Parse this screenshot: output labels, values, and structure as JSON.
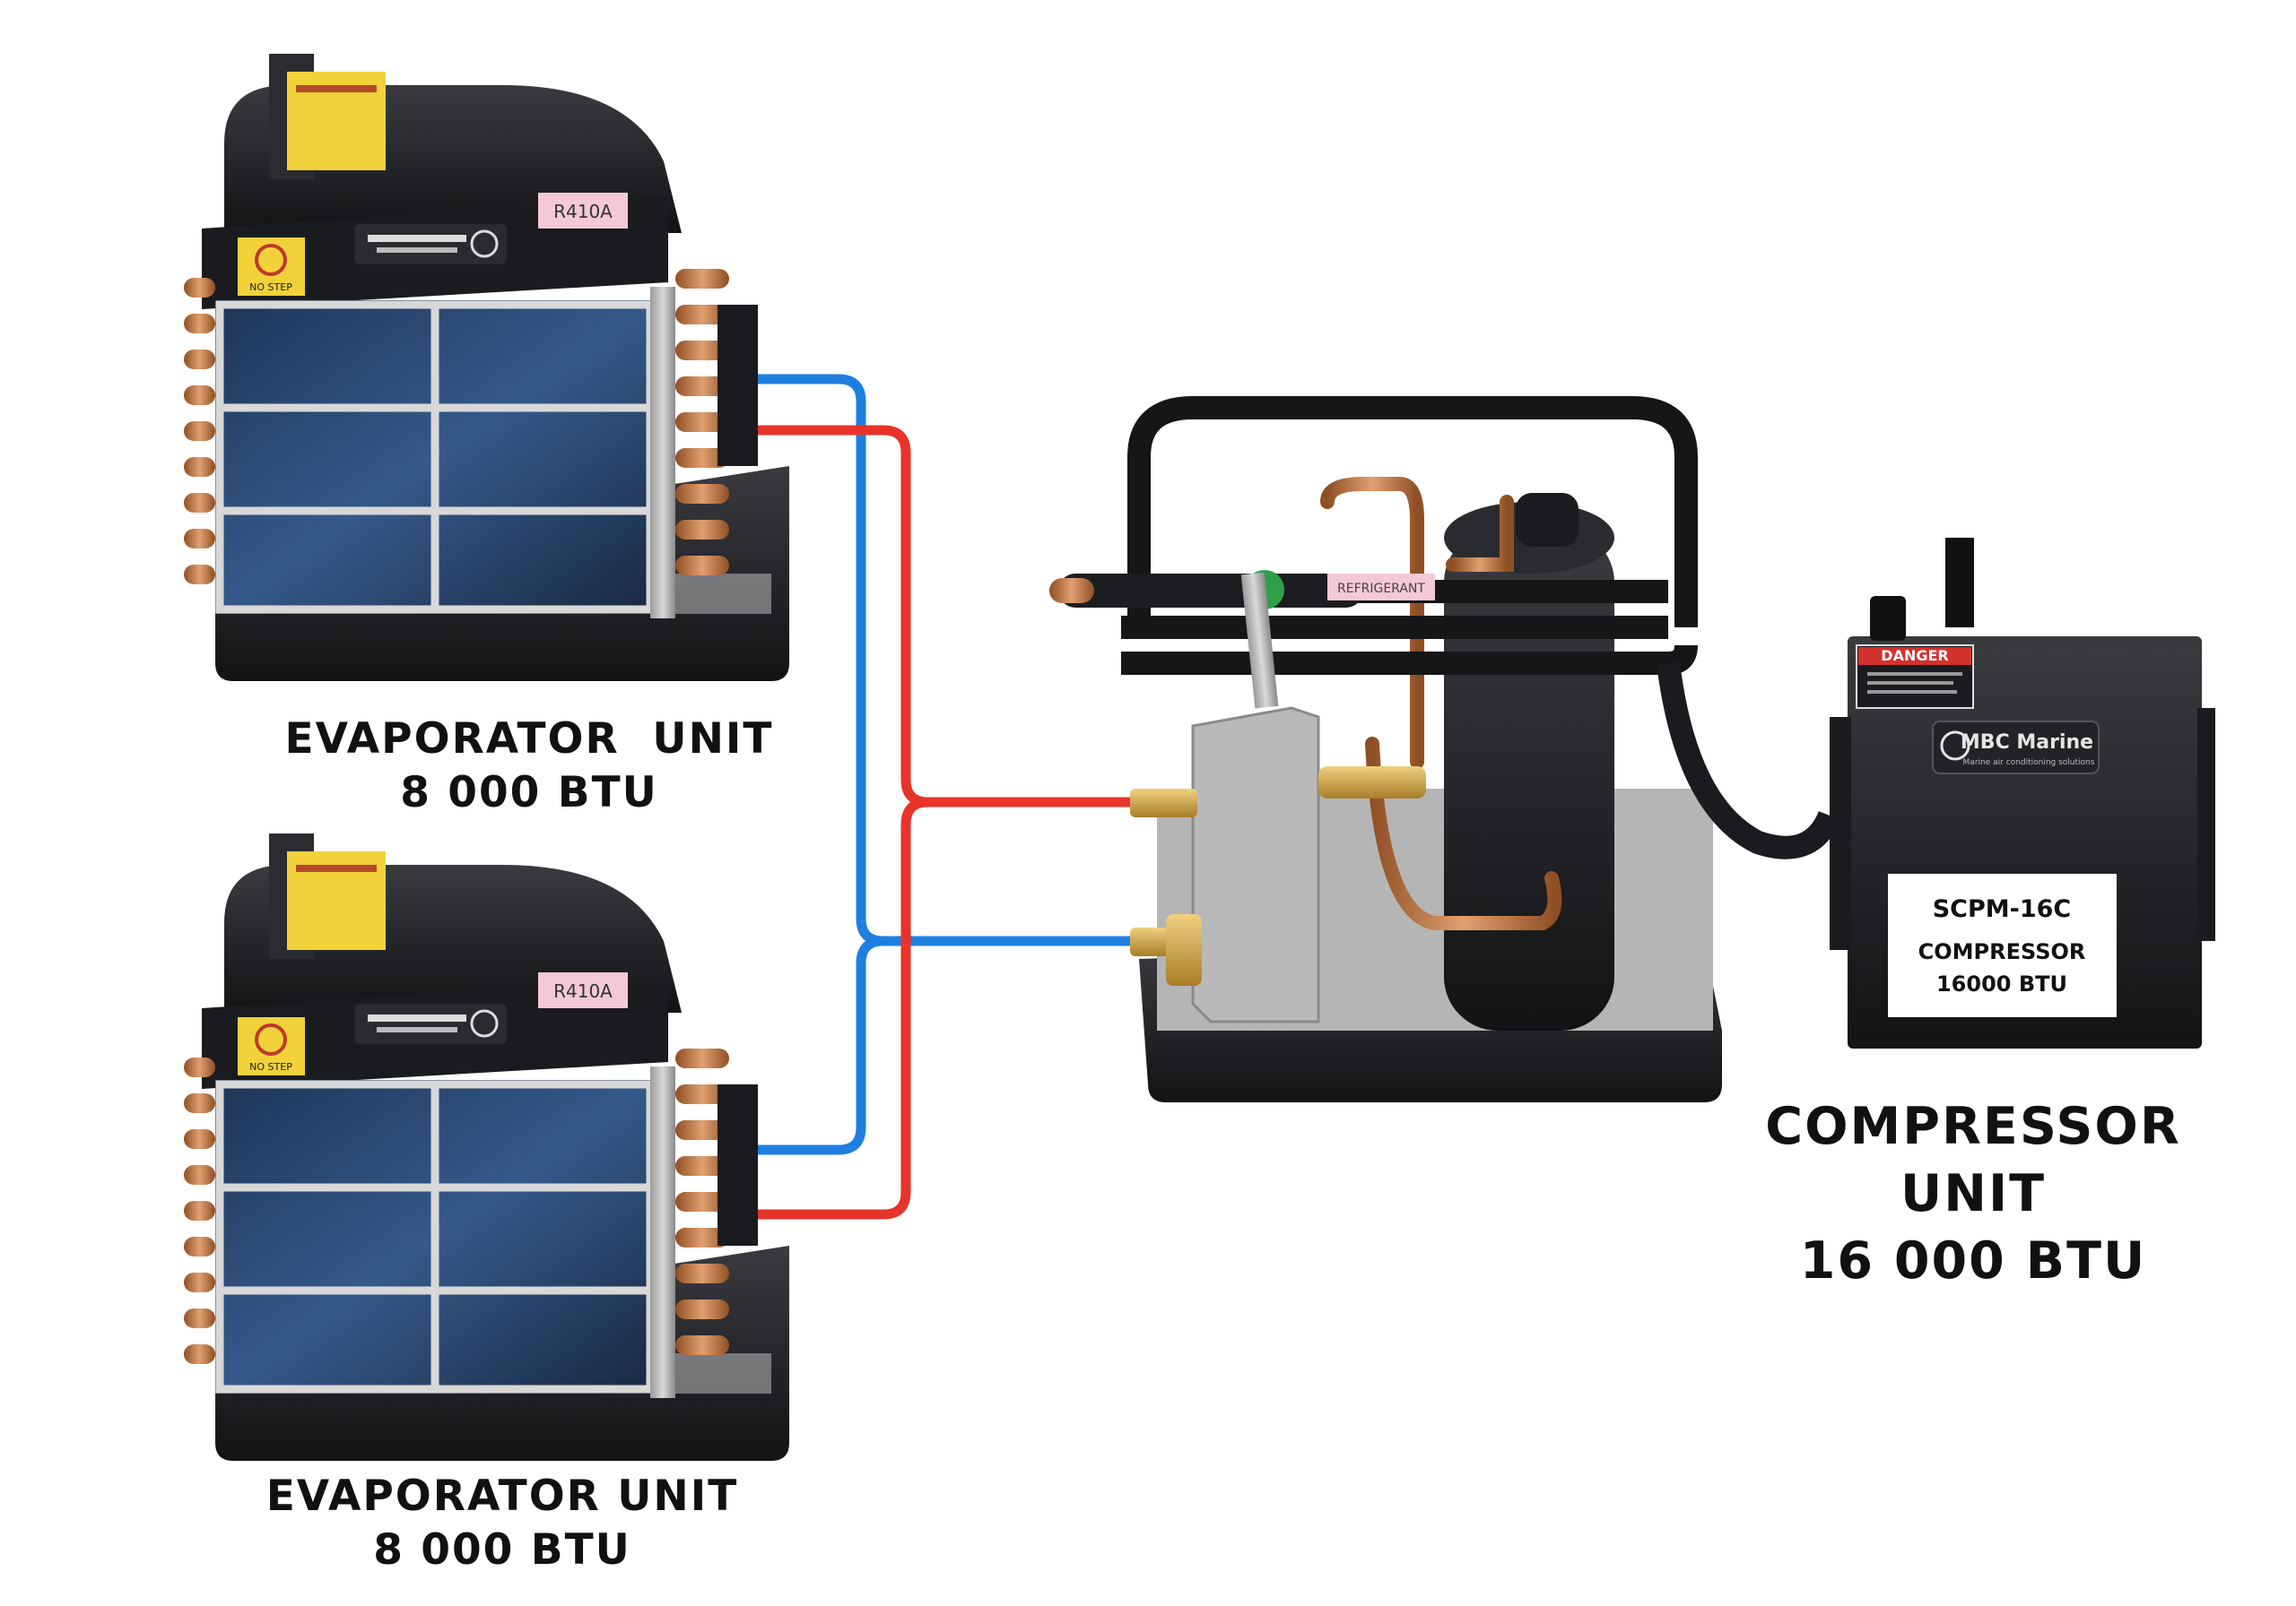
{
  "evaporator_top": {
    "label_line1": "EVAPORATOR  UNIT",
    "label_line2": "8 000 BTU",
    "refrigerant_tag": "R410A",
    "warning_tag": "NO STEP"
  },
  "evaporator_bottom": {
    "label_line1": "EVAPORATOR UNIT",
    "label_line2": "8 000 BTU",
    "refrigerant_tag": "R410A",
    "warning_tag": "NO STEP"
  },
  "compressor": {
    "label_line1": "COMPRESSOR",
    "label_line2": "UNIT",
    "label_line3": "16 000 BTU",
    "refrigerant_tag": "REFRIGERANT"
  },
  "control_box": {
    "danger_label": "DANGER",
    "brand": "MBC Marine",
    "brand_tagline": "Marine air conditioning solutions",
    "model_line1": "SCPM-16C",
    "model_line2": "COMPRESSOR",
    "model_line3": "16000 BTU"
  },
  "colors": {
    "cold_line": "#1e7fe0",
    "hot_line": "#e8332a",
    "unit_dark": "#1f2023",
    "copper": "#c47a45",
    "coil_blue": "#27446e"
  }
}
